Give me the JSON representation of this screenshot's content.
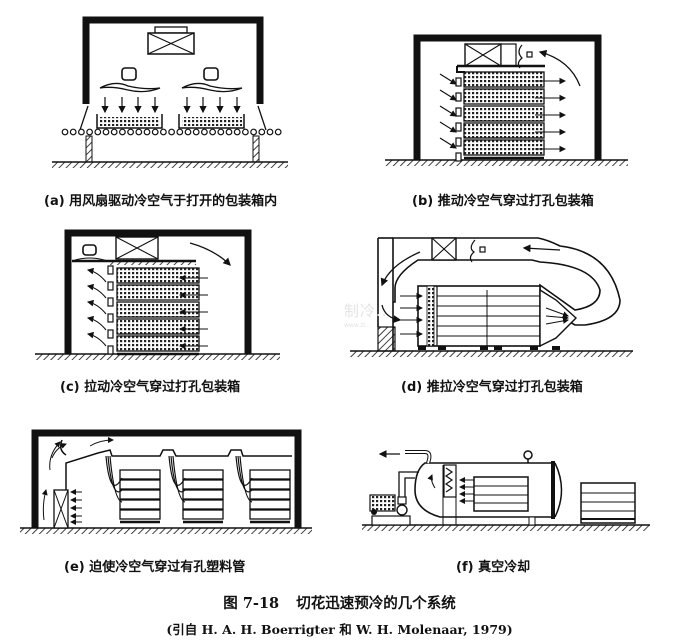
{
  "figure": {
    "number": "图 7-18",
    "title": "切花迅速预冷的几个系统",
    "source": "(引自 H. A. H. Boerrigter 和 W. H. Molenaar, 1979)"
  },
  "panels": [
    {
      "id": "a",
      "caption": "(a) 用风扇驱动冷空气于打开的包装箱内"
    },
    {
      "id": "b",
      "caption": "(b) 推动冷空气穿过打孔包装箱"
    },
    {
      "id": "c",
      "caption": "(c) 拉动冷空气穿过打孔包装箱"
    },
    {
      "id": "d",
      "caption": "(d) 推拉冷空气穿过打孔包装箱"
    },
    {
      "id": "e",
      "caption": "(e) 迫使冷空气穿过有孔塑料管"
    },
    {
      "id": "f",
      "caption": "(f) 真空冷却"
    }
  ],
  "watermark": {
    "text": "制冷..",
    "subtext": "www.zl..."
  },
  "colors": {
    "ink": "#111111",
    "background": "#ffffff"
  }
}
